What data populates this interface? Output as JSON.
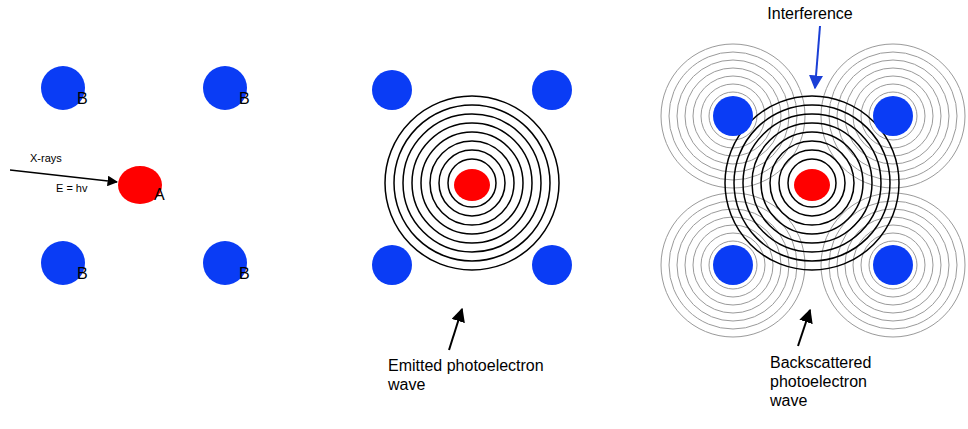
{
  "diagram": {
    "nodes": [
      {
        "text": [
          "B"
        ]
      },
      {
        "text": [
          "B"
        ]
      },
      {
        "text": [
          "A"
        ]
      },
      {
        "text": [
          "B"
        ]
      },
      {
        "text": [
          "B"
        ]
      }
    ],
    "labels": [
      "X-rays",
      "E = hv",
      "Emitted photoelectron wave",
      "Interference",
      "Backscattered photoelectron wave"
    ]
  }
}
